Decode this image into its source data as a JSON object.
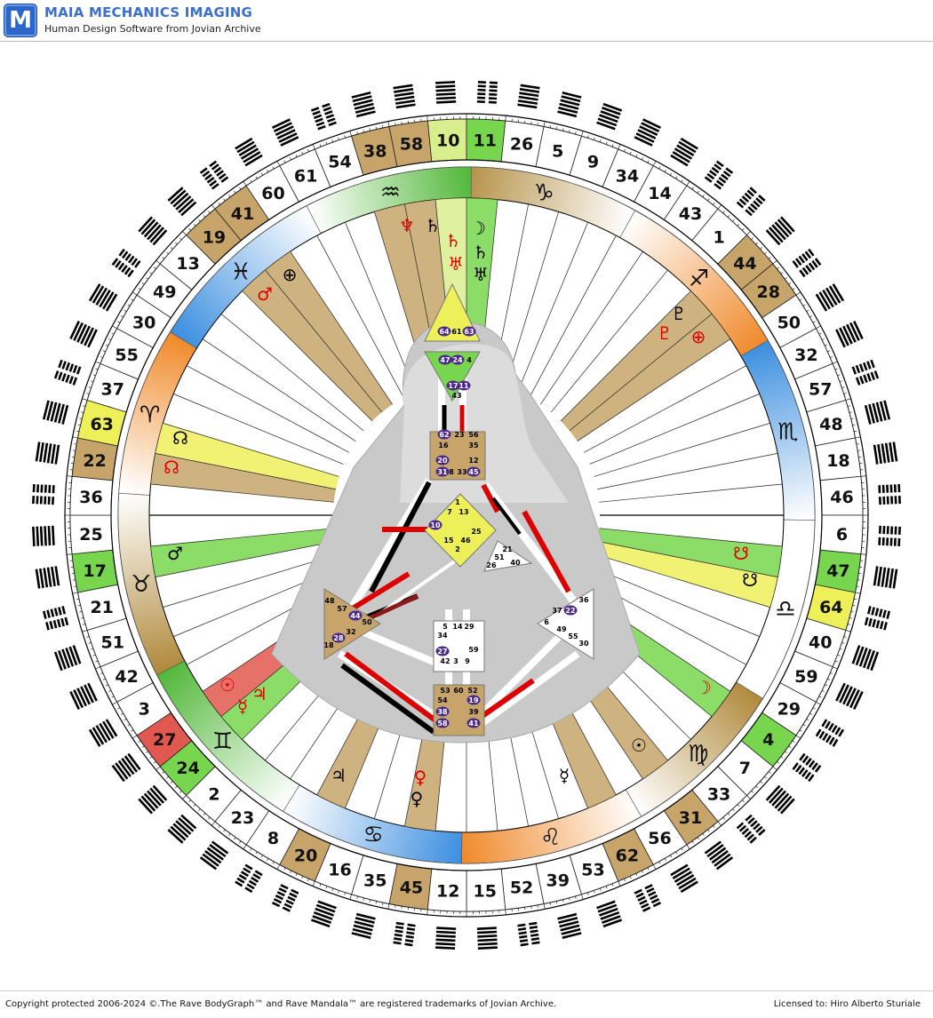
{
  "header": {
    "logo_letter": "M",
    "title": "MAIA MECHANICS IMAGING",
    "subtitle": "Human Design Software from Jovian Archive"
  },
  "footer": {
    "copyright": "Copyright protected 2006-2024 ©.The Rave BodyGraph™ and Rave Mandala™ are registered trademarks of Jovian Archive.",
    "license": "Licensed to: Hiro Alberto Sturiale"
  },
  "wheel": {
    "gates": [
      {
        "n": "10",
        "fill": "#d9ef8e"
      },
      {
        "n": "11",
        "fill": "#78d64e"
      },
      {
        "n": "26",
        "fill": "#ffffff"
      },
      {
        "n": "5",
        "fill": "#ffffff"
      },
      {
        "n": "9",
        "fill": "#ffffff"
      },
      {
        "n": "34",
        "fill": "#ffffff"
      },
      {
        "n": "14",
        "fill": "#ffffff"
      },
      {
        "n": "43",
        "fill": "#ffffff"
      },
      {
        "n": "1",
        "fill": "#ffffff"
      },
      {
        "n": "44",
        "fill": "#c6a46a"
      },
      {
        "n": "28",
        "fill": "#c6a46a"
      },
      {
        "n": "50",
        "fill": "#ffffff"
      },
      {
        "n": "32",
        "fill": "#ffffff"
      },
      {
        "n": "57",
        "fill": "#ffffff"
      },
      {
        "n": "48",
        "fill": "#ffffff"
      },
      {
        "n": "18",
        "fill": "#ffffff"
      },
      {
        "n": "46",
        "fill": "#ffffff"
      },
      {
        "n": "6",
        "fill": "#ffffff"
      },
      {
        "n": "47",
        "fill": "#78d64e"
      },
      {
        "n": "64",
        "fill": "#eef05a"
      },
      {
        "n": "40",
        "fill": "#ffffff"
      },
      {
        "n": "59",
        "fill": "#ffffff"
      },
      {
        "n": "29",
        "fill": "#ffffff"
      },
      {
        "n": "4",
        "fill": "#78d64e"
      },
      {
        "n": "7",
        "fill": "#ffffff"
      },
      {
        "n": "33",
        "fill": "#ffffff"
      },
      {
        "n": "31",
        "fill": "#c6a46a"
      },
      {
        "n": "56",
        "fill": "#ffffff"
      },
      {
        "n": "62",
        "fill": "#c6a46a"
      },
      {
        "n": "53",
        "fill": "#ffffff"
      },
      {
        "n": "39",
        "fill": "#ffffff"
      },
      {
        "n": "52",
        "fill": "#ffffff"
      },
      {
        "n": "15",
        "fill": "#ffffff"
      },
      {
        "n": "12",
        "fill": "#ffffff"
      },
      {
        "n": "45",
        "fill": "#c6a46a"
      },
      {
        "n": "35",
        "fill": "#ffffff"
      },
      {
        "n": "16",
        "fill": "#ffffff"
      },
      {
        "n": "20",
        "fill": "#c6a46a"
      },
      {
        "n": "8",
        "fill": "#ffffff"
      },
      {
        "n": "23",
        "fill": "#ffffff"
      },
      {
        "n": "2",
        "fill": "#ffffff"
      },
      {
        "n": "24",
        "fill": "#78d64e"
      },
      {
        "n": "27",
        "fill": "#e0584f"
      },
      {
        "n": "3",
        "fill": "#ffffff"
      },
      {
        "n": "42",
        "fill": "#ffffff"
      },
      {
        "n": "51",
        "fill": "#ffffff"
      },
      {
        "n": "21",
        "fill": "#ffffff"
      },
      {
        "n": "17",
        "fill": "#78d64e"
      },
      {
        "n": "25",
        "fill": "#ffffff"
      },
      {
        "n": "36",
        "fill": "#ffffff"
      },
      {
        "n": "22",
        "fill": "#c6a46a"
      },
      {
        "n": "63",
        "fill": "#eef05a"
      },
      {
        "n": "37",
        "fill": "#ffffff"
      },
      {
        "n": "55",
        "fill": "#ffffff"
      },
      {
        "n": "30",
        "fill": "#ffffff"
      },
      {
        "n": "49",
        "fill": "#ffffff"
      },
      {
        "n": "13",
        "fill": "#ffffff"
      },
      {
        "n": "19",
        "fill": "#c6a46a"
      },
      {
        "n": "41",
        "fill": "#c6a46a"
      },
      {
        "n": "60",
        "fill": "#ffffff"
      },
      {
        "n": "61",
        "fill": "#ffffff"
      },
      {
        "n": "54",
        "fill": "#ffffff"
      },
      {
        "n": "38",
        "fill": "#c6a46a"
      },
      {
        "n": "58",
        "fill": "#c6a46a"
      }
    ],
    "zodiac": [
      {
        "glyph": "♑",
        "color": "#b08a3c",
        "span": 5.5
      },
      {
        "glyph": "♐",
        "color": "#f08a2c",
        "span": 5.5
      },
      {
        "glyph": "♏",
        "color": "#3d8fe0",
        "span": 5.5
      },
      {
        "glyph": "♎",
        "color": "#ffffff",
        "span": 5.5
      },
      {
        "glyph": "♍",
        "color": "#b08a3c",
        "span": 5
      },
      {
        "glyph": "♌",
        "color": "#f08a2c",
        "span": 5.5
      },
      {
        "glyph": "♋",
        "color": "#3d8fe0",
        "span": 5.5
      },
      {
        "glyph": "♊",
        "color": "#52b83a",
        "span": 5.5
      },
      {
        "glyph": "♉",
        "color": "#b08a3c",
        "span": 5.5
      },
      {
        "glyph": "♈",
        "color": "#f08a2c",
        "span": 5
      },
      {
        "glyph": "♓",
        "color": "#3d8fe0",
        "span": 5.5
      },
      {
        "glyph": "♒",
        "color": "#52b83a",
        "span": 5
      }
    ],
    "planet_symbols": {
      "design": [
        "♆",
        "♄",
        "♅",
        "♂",
        "♇",
        "⊕",
        "☊",
        "☊",
        "☋",
        "☽",
        "♃",
        "☿",
        "☉",
        "♀"
      ],
      "personality": [
        "♆",
        "♄",
        "♅",
        "☽",
        "⊕",
        "♇",
        "♂",
        "☊",
        "☋",
        "☉",
        "☿",
        "♀",
        "♃"
      ]
    }
  },
  "bodygraph": {
    "head_gates": [
      "64",
      "61",
      "63"
    ],
    "ajna_gates": [
      "47",
      "24",
      "4",
      "17",
      "11",
      "43"
    ],
    "throat_gates": [
      "62",
      "23",
      "56",
      "16",
      "35",
      "20",
      "12",
      "31",
      "8",
      "33",
      "45"
    ],
    "g_gates": [
      "1",
      "7",
      "13",
      "10",
      "25",
      "15",
      "46",
      "2"
    ],
    "ego_gates": [
      "21",
      "51",
      "26",
      "40"
    ],
    "spleen_gates": [
      "48",
      "57",
      "44",
      "50",
      "32",
      "28",
      "18"
    ],
    "sacral_gates": [
      "5",
      "14",
      "29",
      "34",
      "27",
      "59",
      "42",
      "3",
      "9"
    ],
    "solar_gates": [
      "36",
      "37",
      "22",
      "6",
      "49",
      "55",
      "30"
    ],
    "root_gates": [
      "53",
      "60",
      "52",
      "54",
      "19",
      "38",
      "39",
      "58",
      "41"
    ]
  }
}
